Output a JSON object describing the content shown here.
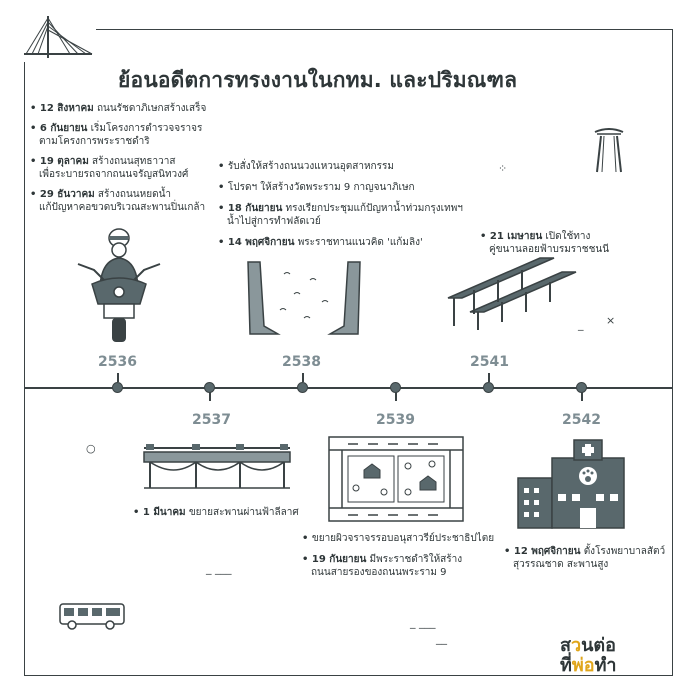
{
  "title": "ย้อนอดีตการทรงงานในกทม. และปริมณฑล",
  "brand": {
    "line1_a": "ส",
    "line1_b": "ว",
    "line1_c": "นต่อ",
    "line2_a": "ที่",
    "line2_b": "พ่อ",
    "line2_c": "ทำ",
    "accent_color": "#e0a61c"
  },
  "timeline": {
    "years": [
      "2536",
      "2537",
      "2538",
      "2539",
      "2541",
      "2542"
    ]
  },
  "notes_2536": [
    {
      "date": "12 สิงหาคม",
      "text": "ถนนรัชดาภิเษกสร้างเสร็จ"
    },
    {
      "date": "6 กันยายน",
      "text": "เริ่มโครงการตำรวจจราจร",
      "text2": "ตามโครงการพระราชดำริ"
    },
    {
      "date": "19 ตุลาคม",
      "text": "สร้างถนนสุทธาวาส",
      "text2": "เพื่อระบายรถจากถนนจรัญสนิทวงศ์"
    },
    {
      "date": "29 ธันวาคม",
      "text": "สร้างถนนหยดน้ำ",
      "text2": "แก้ปัญหาคอขวดบริเวณสะพานปิ่นเกล้า"
    }
  ],
  "notes_2538": [
    {
      "date": "",
      "text": "รับสั่งให้สร้างถนนวงแหวนอุตสาหกรรม"
    },
    {
      "date": "",
      "text": "โปรดฯ ให้สร้างวัดพระราม 9 กาญจนาภิเษก"
    },
    {
      "date": "18 กันยายน",
      "text": "ทรงเรียกประชุมแก้ปัญหาน้ำท่วมกรุงเทพฯ",
      "text2": "น้ำไปสู่การทำฟลัดเวย์"
    },
    {
      "date": "14 พฤศจิกายน",
      "text": "พระราชทานแนวคิด 'แก้มลิง'"
    }
  ],
  "notes_2541": [
    {
      "date": "21 เมษายน",
      "text": "เปิดใช้ทาง",
      "text2": "คู่ขนานลอยฟ้าบรมราชชนนี"
    }
  ],
  "notes_2537": [
    {
      "date": "1 มีนาคม",
      "text": "ขยายสะพานผ่านฟ้าลีลาศ"
    }
  ],
  "notes_2539": [
    {
      "date": "",
      "text": "ขยายผิวจราจรรอบอนุสาวรีย์ประชาธิปไตย"
    },
    {
      "date": "19 กันยายน",
      "text": "มีพระราชดำริให้สร้าง",
      "text2": "ถนนสายรองของถนนพระราม 9"
    }
  ],
  "notes_2542": [
    {
      "date": "12 พฤศจิกายน",
      "text": "ตั้งโรงพยาบาลสัตว์",
      "text2": "สุวรรณชาด สะพานสูง"
    }
  ],
  "icons": [
    "bridge-icon",
    "motorcycle-police-icon",
    "canal-icon",
    "elevated-road-icon",
    "giant-swing-icon",
    "pan-fa-bridge-icon",
    "park-roads-icon",
    "animal-hospital-icon",
    "bus-icon"
  ]
}
